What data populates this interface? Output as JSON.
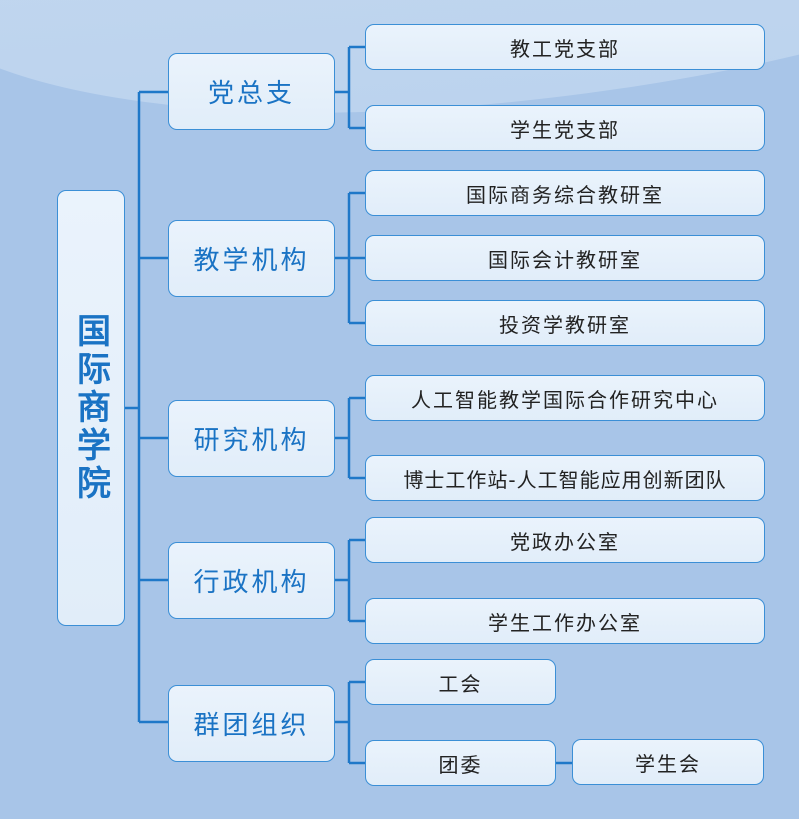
{
  "root": "国际商学院",
  "branches": [
    {
      "label": "党总支",
      "children": [
        "教工党支部",
        "学生党支部"
      ]
    },
    {
      "label": "教学机构",
      "children": [
        "国际商务综合教研室",
        "国际会计教研室",
        "投资学教研室"
      ]
    },
    {
      "label": "研究机构",
      "children": [
        "人工智能教学国际合作研究中心",
        "博士工作站-人工智能应用创新团队"
      ]
    },
    {
      "label": "行政机构",
      "children": [
        "党政办公室",
        "学生工作办公室"
      ]
    },
    {
      "label": "群团组织",
      "children": [
        "工会",
        "团委"
      ],
      "sub": "学生会"
    }
  ]
}
